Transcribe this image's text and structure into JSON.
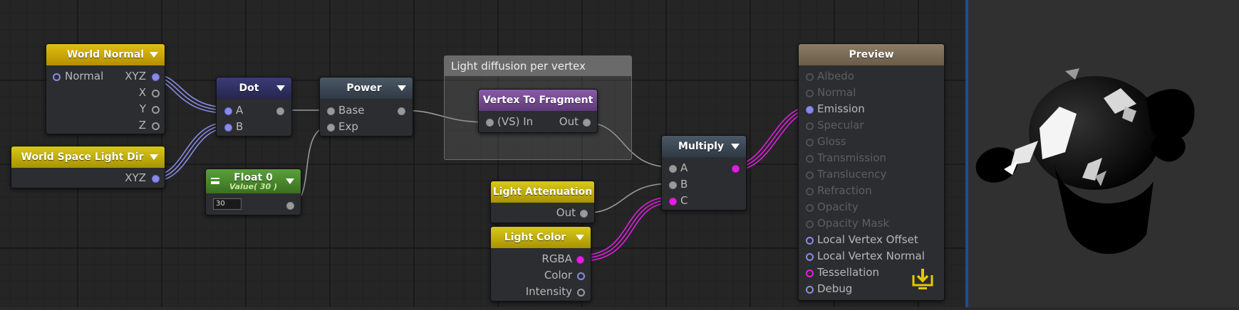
{
  "nodes": {
    "world_normal": {
      "title": "World Normal",
      "input": "Normal",
      "outputs": [
        "XYZ",
        "X",
        "Y",
        "Z"
      ]
    },
    "world_light_dir": {
      "title": "World Space Light Dir",
      "output": "XYZ"
    },
    "dot": {
      "title": "Dot",
      "inputs": [
        "A",
        "B"
      ]
    },
    "float0": {
      "title": "Float 0",
      "subtitle": "Value( 30 )",
      "value": "30"
    },
    "power": {
      "title": "Power",
      "inputs": [
        "Base",
        "Exp"
      ]
    },
    "group": {
      "title": "Light diffusion per vertex"
    },
    "vertex_to_fragment": {
      "title": "Vertex To Fragment",
      "input": "(VS) In",
      "output": "Out"
    },
    "light_attenuation": {
      "title": "Light Attenuation",
      "output": "Out"
    },
    "light_color": {
      "title": "Light Color",
      "outputs": [
        "RGBA",
        "Color",
        "Intensity"
      ]
    },
    "multiply": {
      "title": "Multiply",
      "inputs": [
        "A",
        "B",
        "C"
      ]
    },
    "preview": {
      "title": "Preview",
      "inputs": [
        "Albedo",
        "Normal",
        "Emission",
        "Specular",
        "Gloss",
        "Transmission",
        "Translucency",
        "Refraction",
        "Opacity",
        "Opacity Mask",
        "Local Vertex Offset",
        "Local Vertex Normal",
        "Tessellation",
        "Debug"
      ]
    }
  },
  "colors": {
    "canvas": "#252525",
    "divider": "#1d4f8c",
    "vector_wire": "#8a8ae8",
    "color_wire": "#e020e0",
    "scalar_wire": "#9a9a9a"
  },
  "icons": {
    "save": "save-to-file-icon",
    "menu": "hamburger-menu-icon",
    "dropdown": "dropdown-triangle-icon"
  }
}
